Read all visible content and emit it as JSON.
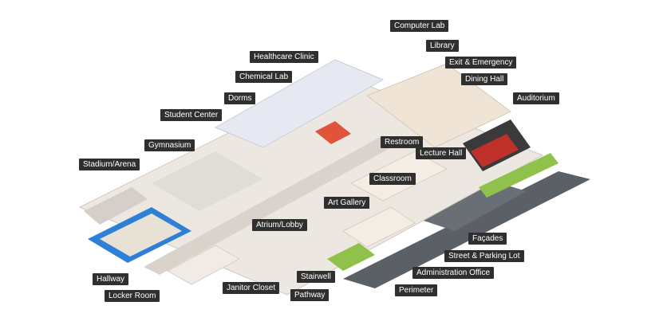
{
  "labels": {
    "computer_lab": "Computer Lab",
    "library": "Library",
    "healthcare_clinic": "Healthcare Clinic",
    "exit_emergency": "Exit & Emergency",
    "chemical_lab": "Chemical Lab",
    "dining_hall": "Dining Hall",
    "dorms": "Dorms",
    "auditorium": "Auditorium",
    "student_center": "Student Center",
    "gymnasium": "Gymnasium",
    "restroom": "Restroom",
    "lecture_hall": "Lecture Hall",
    "stadium_arena": "Stadium/Arena",
    "classroom": "Classroom",
    "art_gallery": "Art Gallery",
    "atrium_lobby": "Atrium/Lobby",
    "facades": "Façades",
    "street_parking": "Street & Parking Lot",
    "administration_office": "Administration Office",
    "hallway": "Hallway",
    "janitor_closet": "Janitor Closet",
    "stairwell": "Stairwell",
    "locker_room": "Locker Room",
    "pathway": "Pathway",
    "perimeter": "Perimeter"
  },
  "colors": {
    "label_bg": "#2f2f2f",
    "floor": "#ece7e1",
    "wall": "#d9d3cc",
    "court": "#2e7fd6",
    "seat_red": "#c0302b",
    "grass": "#8fc14b",
    "road": "#5b5f66"
  }
}
